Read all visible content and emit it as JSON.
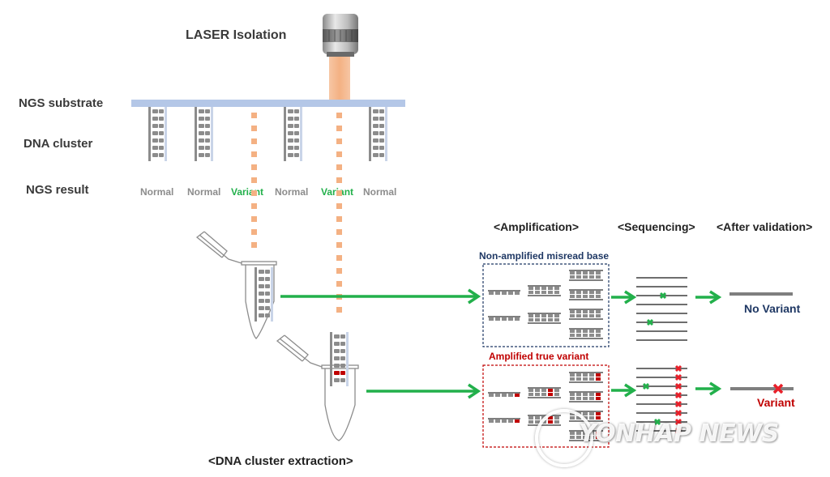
{
  "labels": {
    "laser": "LASER Isolation",
    "substrate": "NGS substrate",
    "cluster": "DNA cluster",
    "result": "NGS result",
    "extraction": "<DNA cluster extraction>"
  },
  "ngs_results": [
    {
      "text": "Normal",
      "kind": "normal"
    },
    {
      "text": "Normal",
      "kind": "normal"
    },
    {
      "text": "Variant",
      "kind": "variant"
    },
    {
      "text": "Normal",
      "kind": "normal"
    },
    {
      "text": "Variant",
      "kind": "variant"
    },
    {
      "text": "Normal",
      "kind": "normal"
    }
  ],
  "stages": {
    "amplification": "<Amplification>",
    "sequencing": "<Sequencing>",
    "validation": "<After validation>"
  },
  "boxes": {
    "top_title": "Non-amplified misread base",
    "bottom_title": "Amplified true variant"
  },
  "outcomes": {
    "top": "No Variant",
    "bottom": "Variant"
  },
  "watermark": "YONHAP NEWS",
  "colors": {
    "green": "#22b04b",
    "orange": "#f4b183",
    "substrate": "#b4c7e7",
    "navy": "#1f3864",
    "red": "#c00000",
    "gray": "#7f7f7f"
  }
}
